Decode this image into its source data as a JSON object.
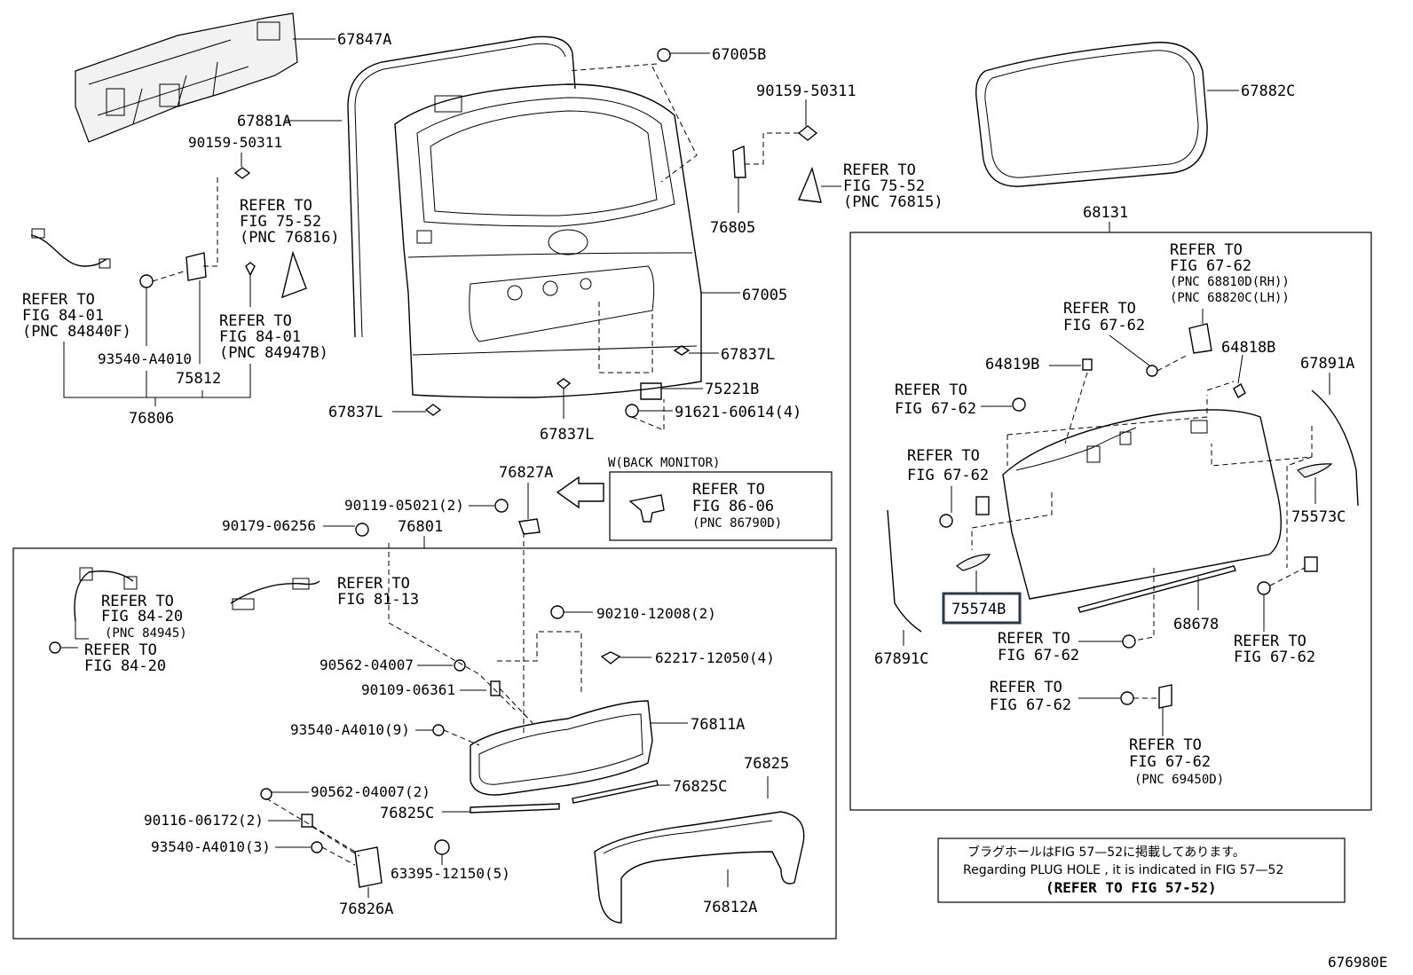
{
  "diagram_id": "676980E",
  "parts": {
    "p67847A": "67847A",
    "p67881A": "67881A",
    "p67005B": "67005B",
    "p90159_top": "90159-50311",
    "p90159_left": "90159-50311",
    "p67882C": "67882C",
    "p76805": "76805",
    "p67005": "67005",
    "p67837L_a": "67837L",
    "p67837L_b": "67837L",
    "p67837L_c": "67837L",
    "p75221B": "75221B",
    "p91621": "91621-60614(4)",
    "p93540_a": "93540-A4010",
    "p75812": "75812",
    "p76806": "76806",
    "p68131": "68131",
    "p64819B": "64819B",
    "p64818B": "64818B",
    "p67891A": "67891A",
    "p55573C": "75573C",
    "p75574B": "75574B",
    "p68678": "68678",
    "p67891C": "67891C",
    "p76827A": "76827A",
    "p90119": "90119-05021(2)",
    "p90179": "90179-06256",
    "p76801": "76801",
    "p90210": "90210-12008(2)",
    "p62217": "62217-12050(4)",
    "p90562_a": "90562-04007",
    "p90109": "90109-06361",
    "p93540_9": "93540-A4010(9)",
    "p76811A": "76811A",
    "p76825": "76825",
    "p76825C_a": "76825C",
    "p76825C_b": "76825C",
    "p90562_2": "90562-04007(2)",
    "p90116": "90116-06172(2)",
    "p93540_3": "93540-A4010(3)",
    "p63395": "63395-12150(5)",
    "p76826A": "76826A",
    "p76812A": "76812A"
  },
  "refs": {
    "r75_52_a": [
      "REFER TO",
      "FIG 75-52",
      "(PNC 76816)"
    ],
    "r75_52_b": [
      "REFER TO",
      "FIG 75-52",
      "(PNC 76815)"
    ],
    "r84_01_a": [
      "REFER TO",
      "FIG 84-01",
      "(PNC 84840F)"
    ],
    "r84_01_b": [
      "REFER TO",
      "FIG 84-01",
      "(PNC 84947B)"
    ],
    "r67_62_hinge": [
      "REFER TO",
      "FIG 67-62",
      "(PNC 68810D(RH))",
      "(PNC 68820C(LH))"
    ],
    "r67_62_a": [
      "REFER TO",
      "FIG 67-62"
    ],
    "r67_62_b": [
      "REFER TO",
      "FIG 67-62"
    ],
    "r67_62_c": [
      "REFER TO",
      "FIG 67-62"
    ],
    "r67_62_d": [
      "REFER TO",
      "FIG 67-62"
    ],
    "r67_62_e": [
      "REFER TO",
      "FIG 67-62"
    ],
    "r67_62_f": [
      "REFER TO",
      "FIG 67-62"
    ],
    "r67_62_g": [
      "REFER TO",
      "FIG 67-62",
      "(PNC 69450D)"
    ],
    "r86_06": [
      "REFER TO",
      "FIG 86-06",
      "(PNC 86790D)"
    ],
    "r81_13": [
      "REFER TO",
      "FIG 81-13"
    ],
    "r84_20_a": [
      "REFER TO",
      "FIG 84-20",
      "(PNC 84945)"
    ],
    "r84_20_b": [
      "REFER TO",
      "FIG 84-20"
    ]
  },
  "back_monitor_label": "W(BACK MONITOR)",
  "note": {
    "jp": "ブラグホールはFIG 57—52に掲載してあります。",
    "en": "Regarding  PLUG  HOLE , it is indicated in FIG  57—52",
    "ref": "(REFER TO FIG 57-52)"
  }
}
